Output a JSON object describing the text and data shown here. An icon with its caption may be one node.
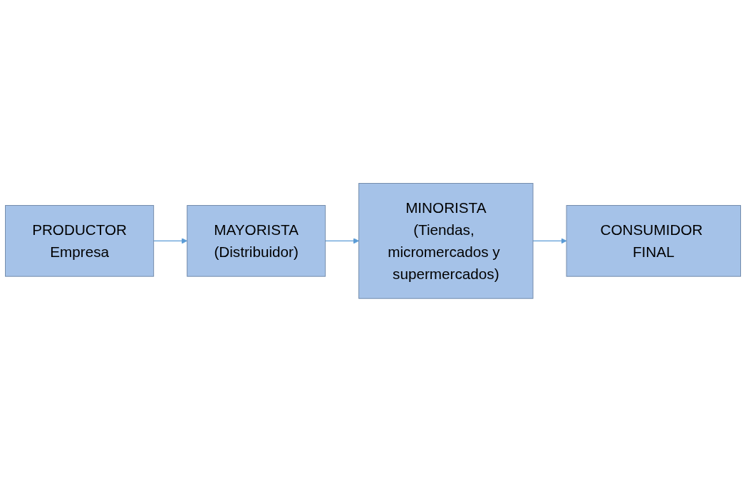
{
  "diagram": {
    "nodes": [
      {
        "text": [
          "PRODUCTOR",
          "Empresa"
        ]
      },
      {
        "text": [
          "MAYORISTA",
          "(Distribuidor)"
        ]
      },
      {
        "text": [
          "MINORISTA",
          "(Tiendas, micromercados y supermercados)"
        ]
      },
      {
        "text": [
          "CONSUMIDOR FINAL"
        ]
      }
    ],
    "edges": [
      {
        "from": 0,
        "to": 1,
        "arrow": "to"
      },
      {
        "from": 1,
        "to": 2,
        "arrow": "to"
      },
      {
        "from": 2,
        "to": 3,
        "arrow": "to"
      }
    ]
  }
}
